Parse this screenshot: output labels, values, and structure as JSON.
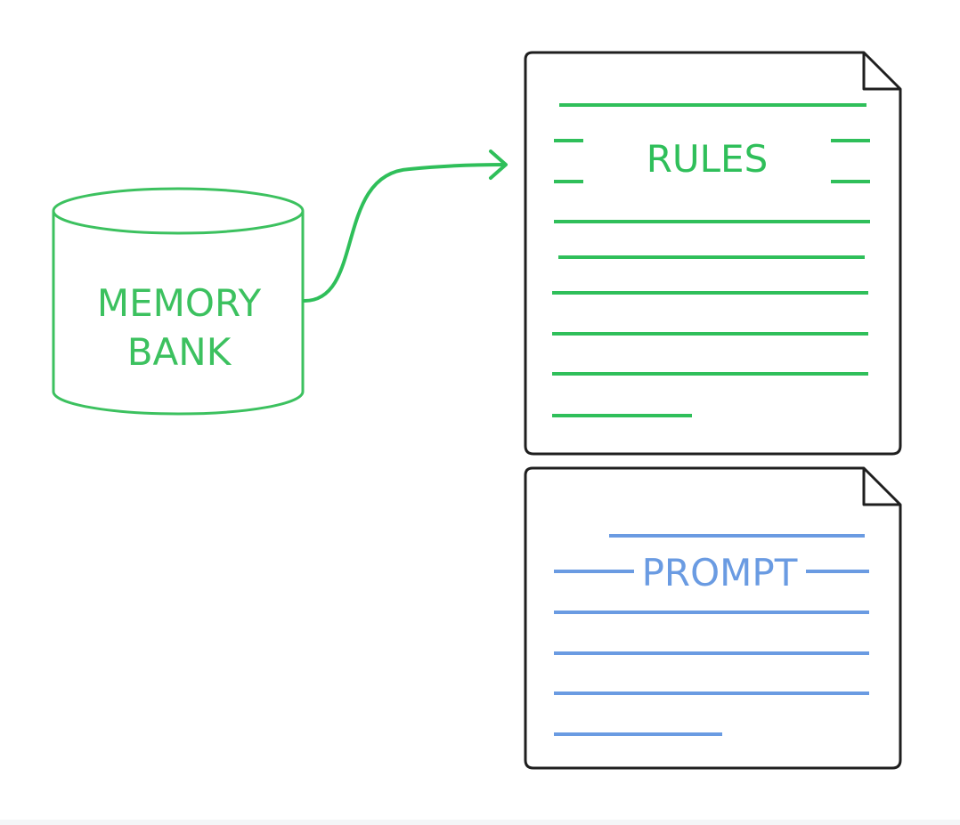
{
  "diagram": {
    "memory_bank": {
      "label_line1": "MEMORY",
      "label_line2": "BANK",
      "color": "#3cc15f"
    },
    "rules_doc": {
      "title": "RULES",
      "color": "#2fbf5a",
      "border_color": "#1f1f1f"
    },
    "prompt_doc": {
      "title": "PROMPT",
      "color": "#6a9be2",
      "border_color": "#1f1f1f"
    },
    "connector": {
      "from": "memory_bank",
      "to": "rules_doc",
      "color": "#2fbf5a"
    }
  }
}
